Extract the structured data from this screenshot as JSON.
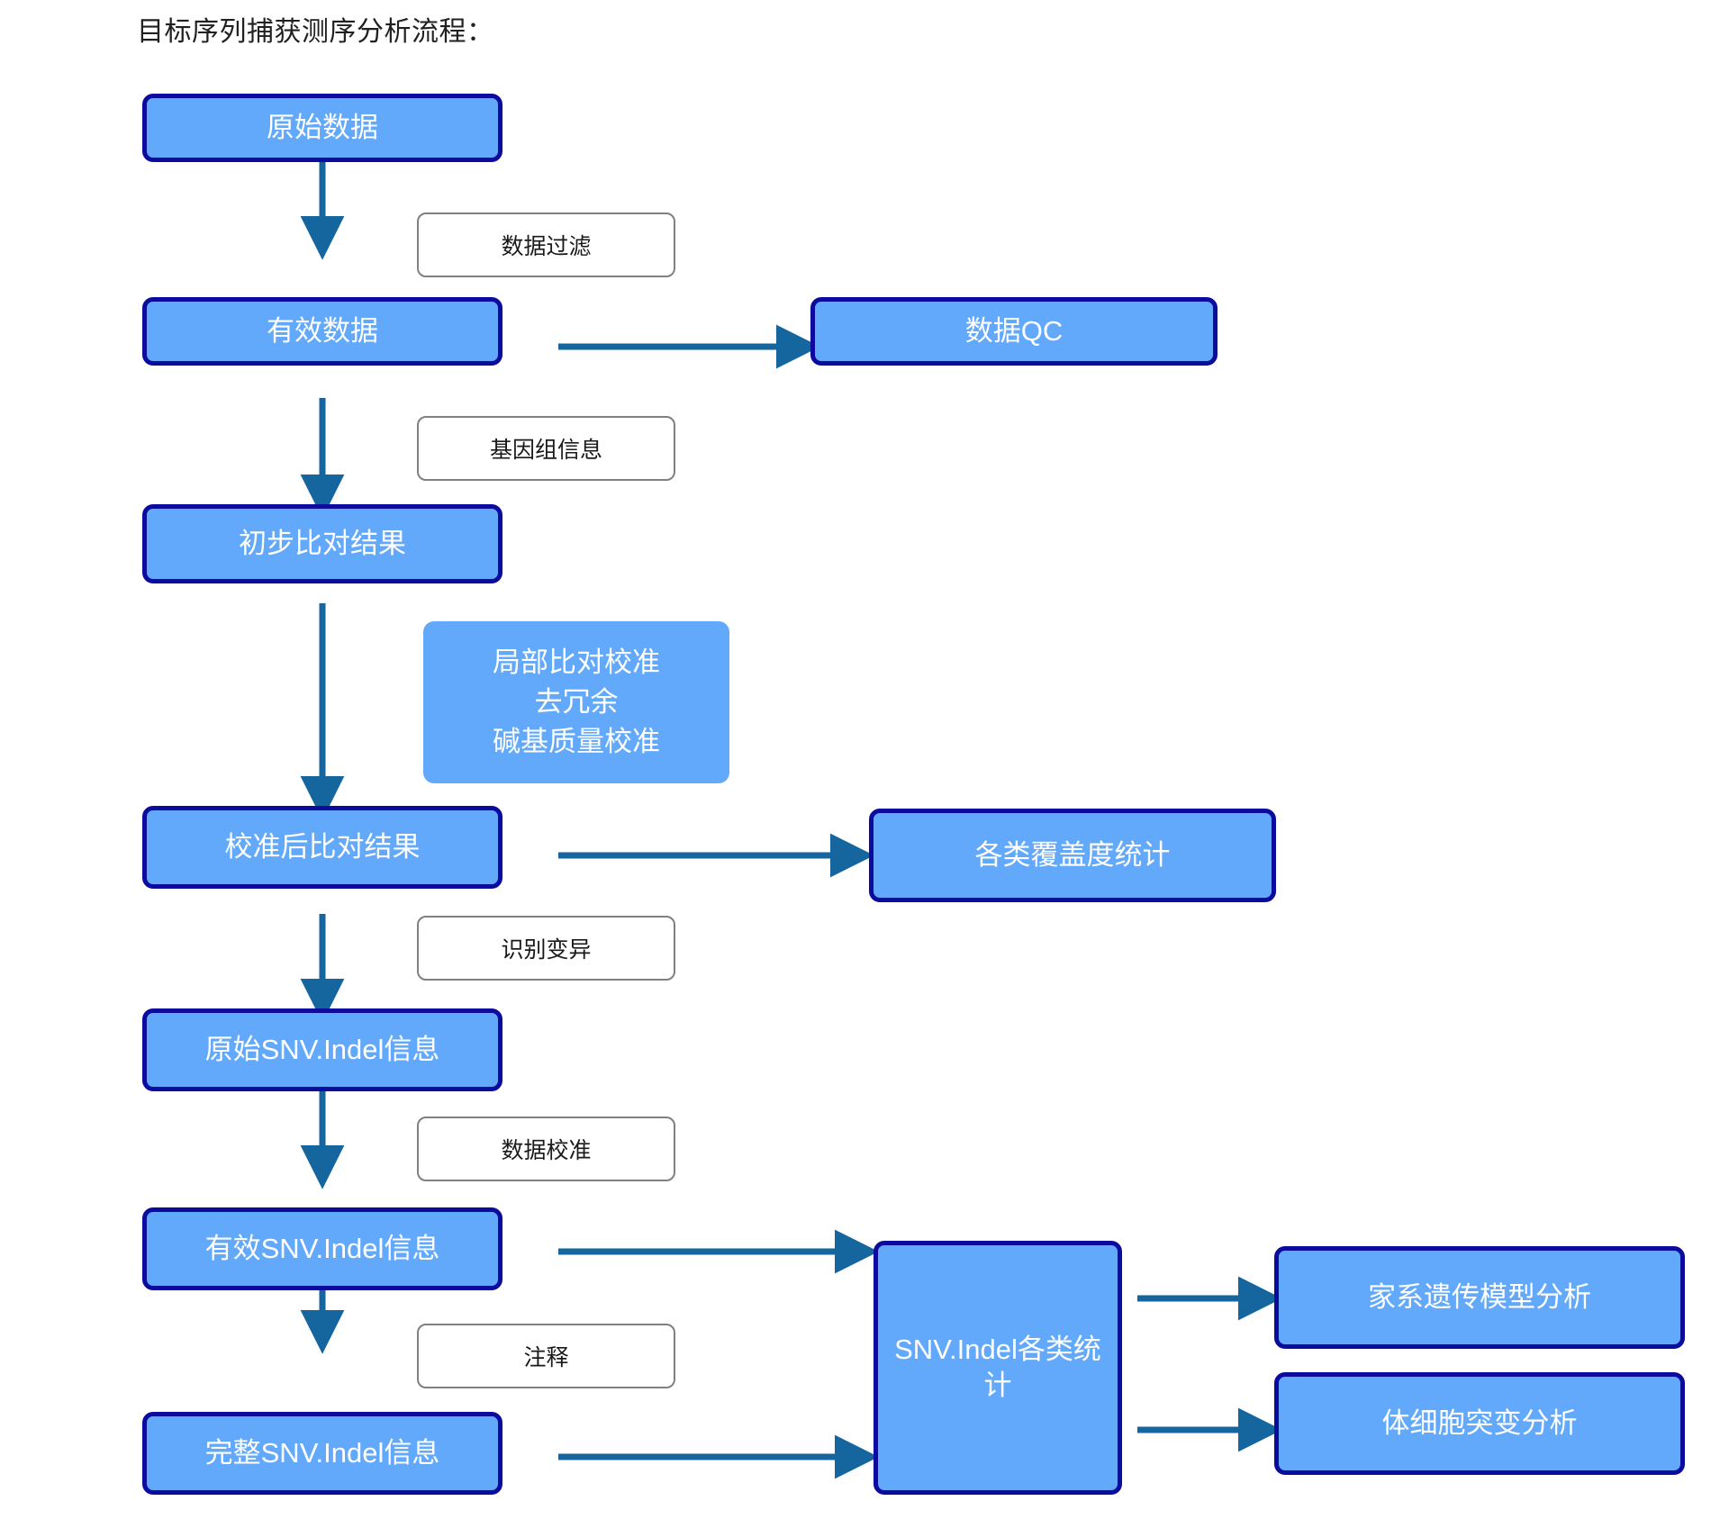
{
  "diagram": {
    "title": "目标序列捕获测序分析流程：",
    "accent_box_fill": "#62A9FB",
    "accent_box_border": "#0B0B9E",
    "arrow_color": "#15669E",
    "label_box_border": "#808080",
    "nodes": [
      {
        "id": "raw-data",
        "label": "原始数据"
      },
      {
        "id": "valid-data",
        "label": "有效数据"
      },
      {
        "id": "data-qc",
        "label": "数据QC"
      },
      {
        "id": "initial-alignment",
        "label": "初步比对结果"
      },
      {
        "id": "realign-note",
        "label": "局部比对校准\n去冗余\n碱基质量校准"
      },
      {
        "id": "calibrated-alignment",
        "label": "校准后比对结果"
      },
      {
        "id": "coverage-stats",
        "label": "各类覆盖度统计"
      },
      {
        "id": "raw-snv-indel",
        "label": "原始SNV.Indel信息"
      },
      {
        "id": "valid-snv-indel",
        "label": "有效SNV.Indel信息"
      },
      {
        "id": "full-snv-indel",
        "label": "完整SNV.Indel信息"
      },
      {
        "id": "snv-indel-stats",
        "label": "SNV.Indel各类统\n计"
      },
      {
        "id": "pedigree-analysis",
        "label": "家系遗传模型分析"
      },
      {
        "id": "somatic-analysis",
        "label": "体细胞突变分析"
      }
    ],
    "edge_labels": [
      {
        "id": "filter",
        "label": "数据过滤"
      },
      {
        "id": "genome-info",
        "label": "基因组信息"
      },
      {
        "id": "call-variants",
        "label": "识别变异"
      },
      {
        "id": "calibrate",
        "label": "数据校准"
      },
      {
        "id": "annotate",
        "label": "注释"
      }
    ]
  }
}
